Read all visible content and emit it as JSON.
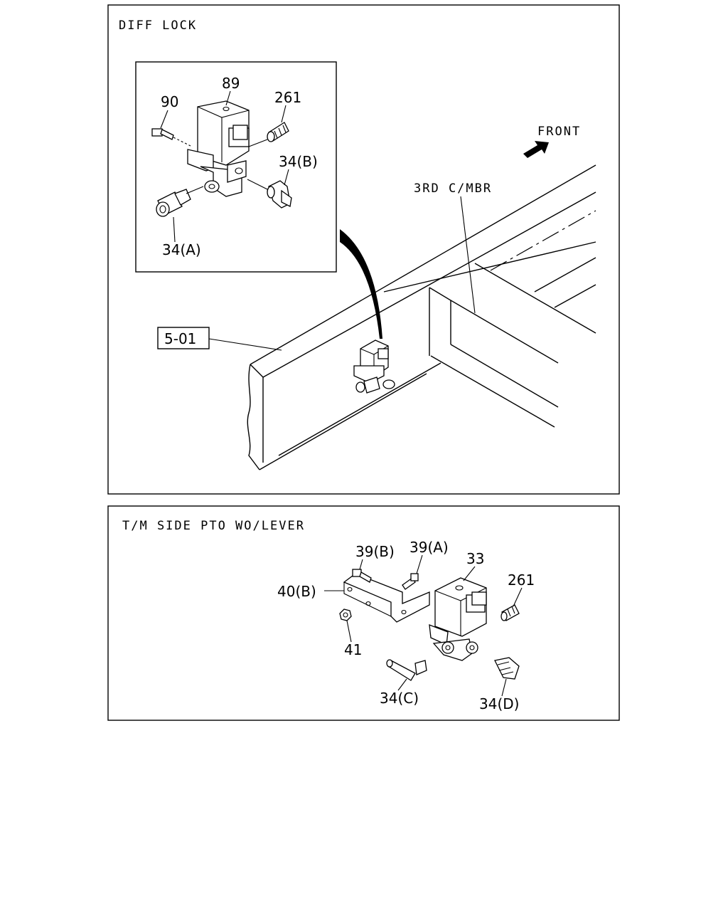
{
  "top_panel": {
    "title": "DIFF LOCK",
    "callouts": {
      "c89": "89",
      "c90": "90",
      "c261": "261",
      "c34b": "34(B)",
      "c34a": "34(A)",
      "c501": "5-01",
      "front": "FRONT",
      "mbr": "3RD C/MBR"
    }
  },
  "bottom_panel": {
    "title": "T/M SIDE PTO WO/LEVER",
    "callouts": {
      "c39b": "39(B)",
      "c39a": "39(A)",
      "c33": "33",
      "c261": "261",
      "c40b": "40(B)",
      "c41": "41",
      "c34c": "34(C)",
      "c34d": "34(D)"
    }
  }
}
